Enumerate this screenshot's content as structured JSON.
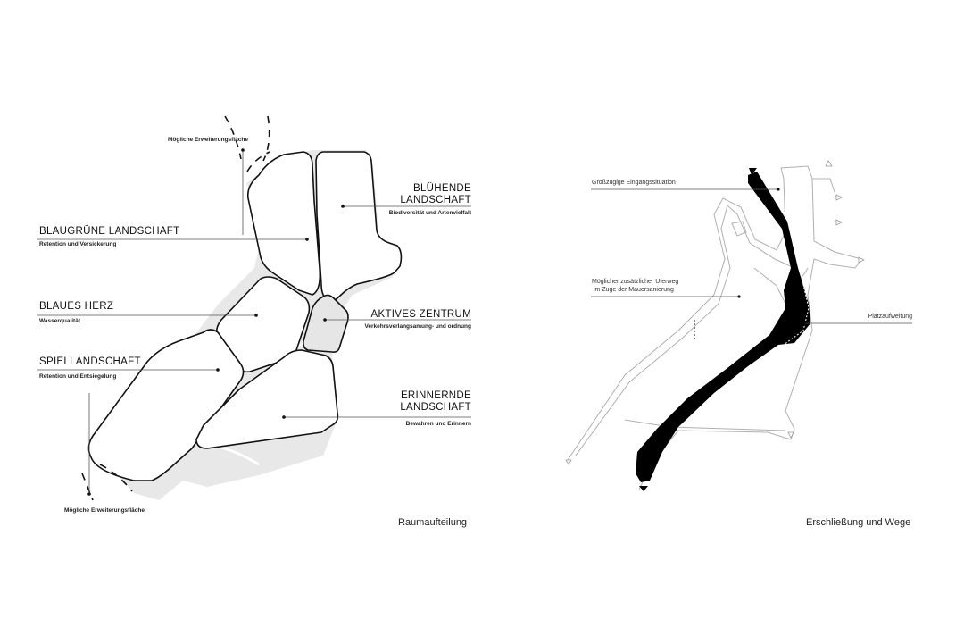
{
  "left_panel": {
    "caption": "Raumaufteilung",
    "extension_top": "Mögliche Erweiterungsfläche",
    "extension_bottom": "Mögliche Erweiterungsfläche",
    "zones": [
      {
        "id": "blaugruen",
        "title": "BLAUGRÜNE LANDSCHAFT",
        "subtitle": "Retention und Versickerung"
      },
      {
        "id": "bluehend",
        "title_line1": "BLÜHENDE",
        "title_line2": "LANDSCHAFT",
        "subtitle": "Biodiversität und Artenvielfalt"
      },
      {
        "id": "blaues-herz",
        "title": "BLAUES HERZ",
        "subtitle": "Wasserqualität"
      },
      {
        "id": "aktives-zentrum",
        "title": "AKTIVES ZENTRUM",
        "subtitle": "Verkehrsverlangsamung- und ordnung"
      },
      {
        "id": "spiellandschaft",
        "title": "SPIELLANDSCHAFT",
        "subtitle": "Retention und Entsiegelung"
      },
      {
        "id": "erinnernd",
        "title_line1": "ERINNERNDE",
        "title_line2": "LANDSCHAFT",
        "subtitle": "Bewahren und Erinnern"
      }
    ]
  },
  "right_panel": {
    "caption": "Erschließung und Wege",
    "notes": {
      "entrance": "Großzügige Eingangssituation",
      "riverpath_line1": "Möglicher zusätzlicher Uferweg",
      "riverpath_line2": "im Zuge der Mauersanierung",
      "square": "Platzaufweitung"
    }
  },
  "colors": {
    "line": "#111111",
    "grey_fill": "#e6e6e6",
    "light_path": "#cfcfcf",
    "black_fill": "#000000"
  }
}
